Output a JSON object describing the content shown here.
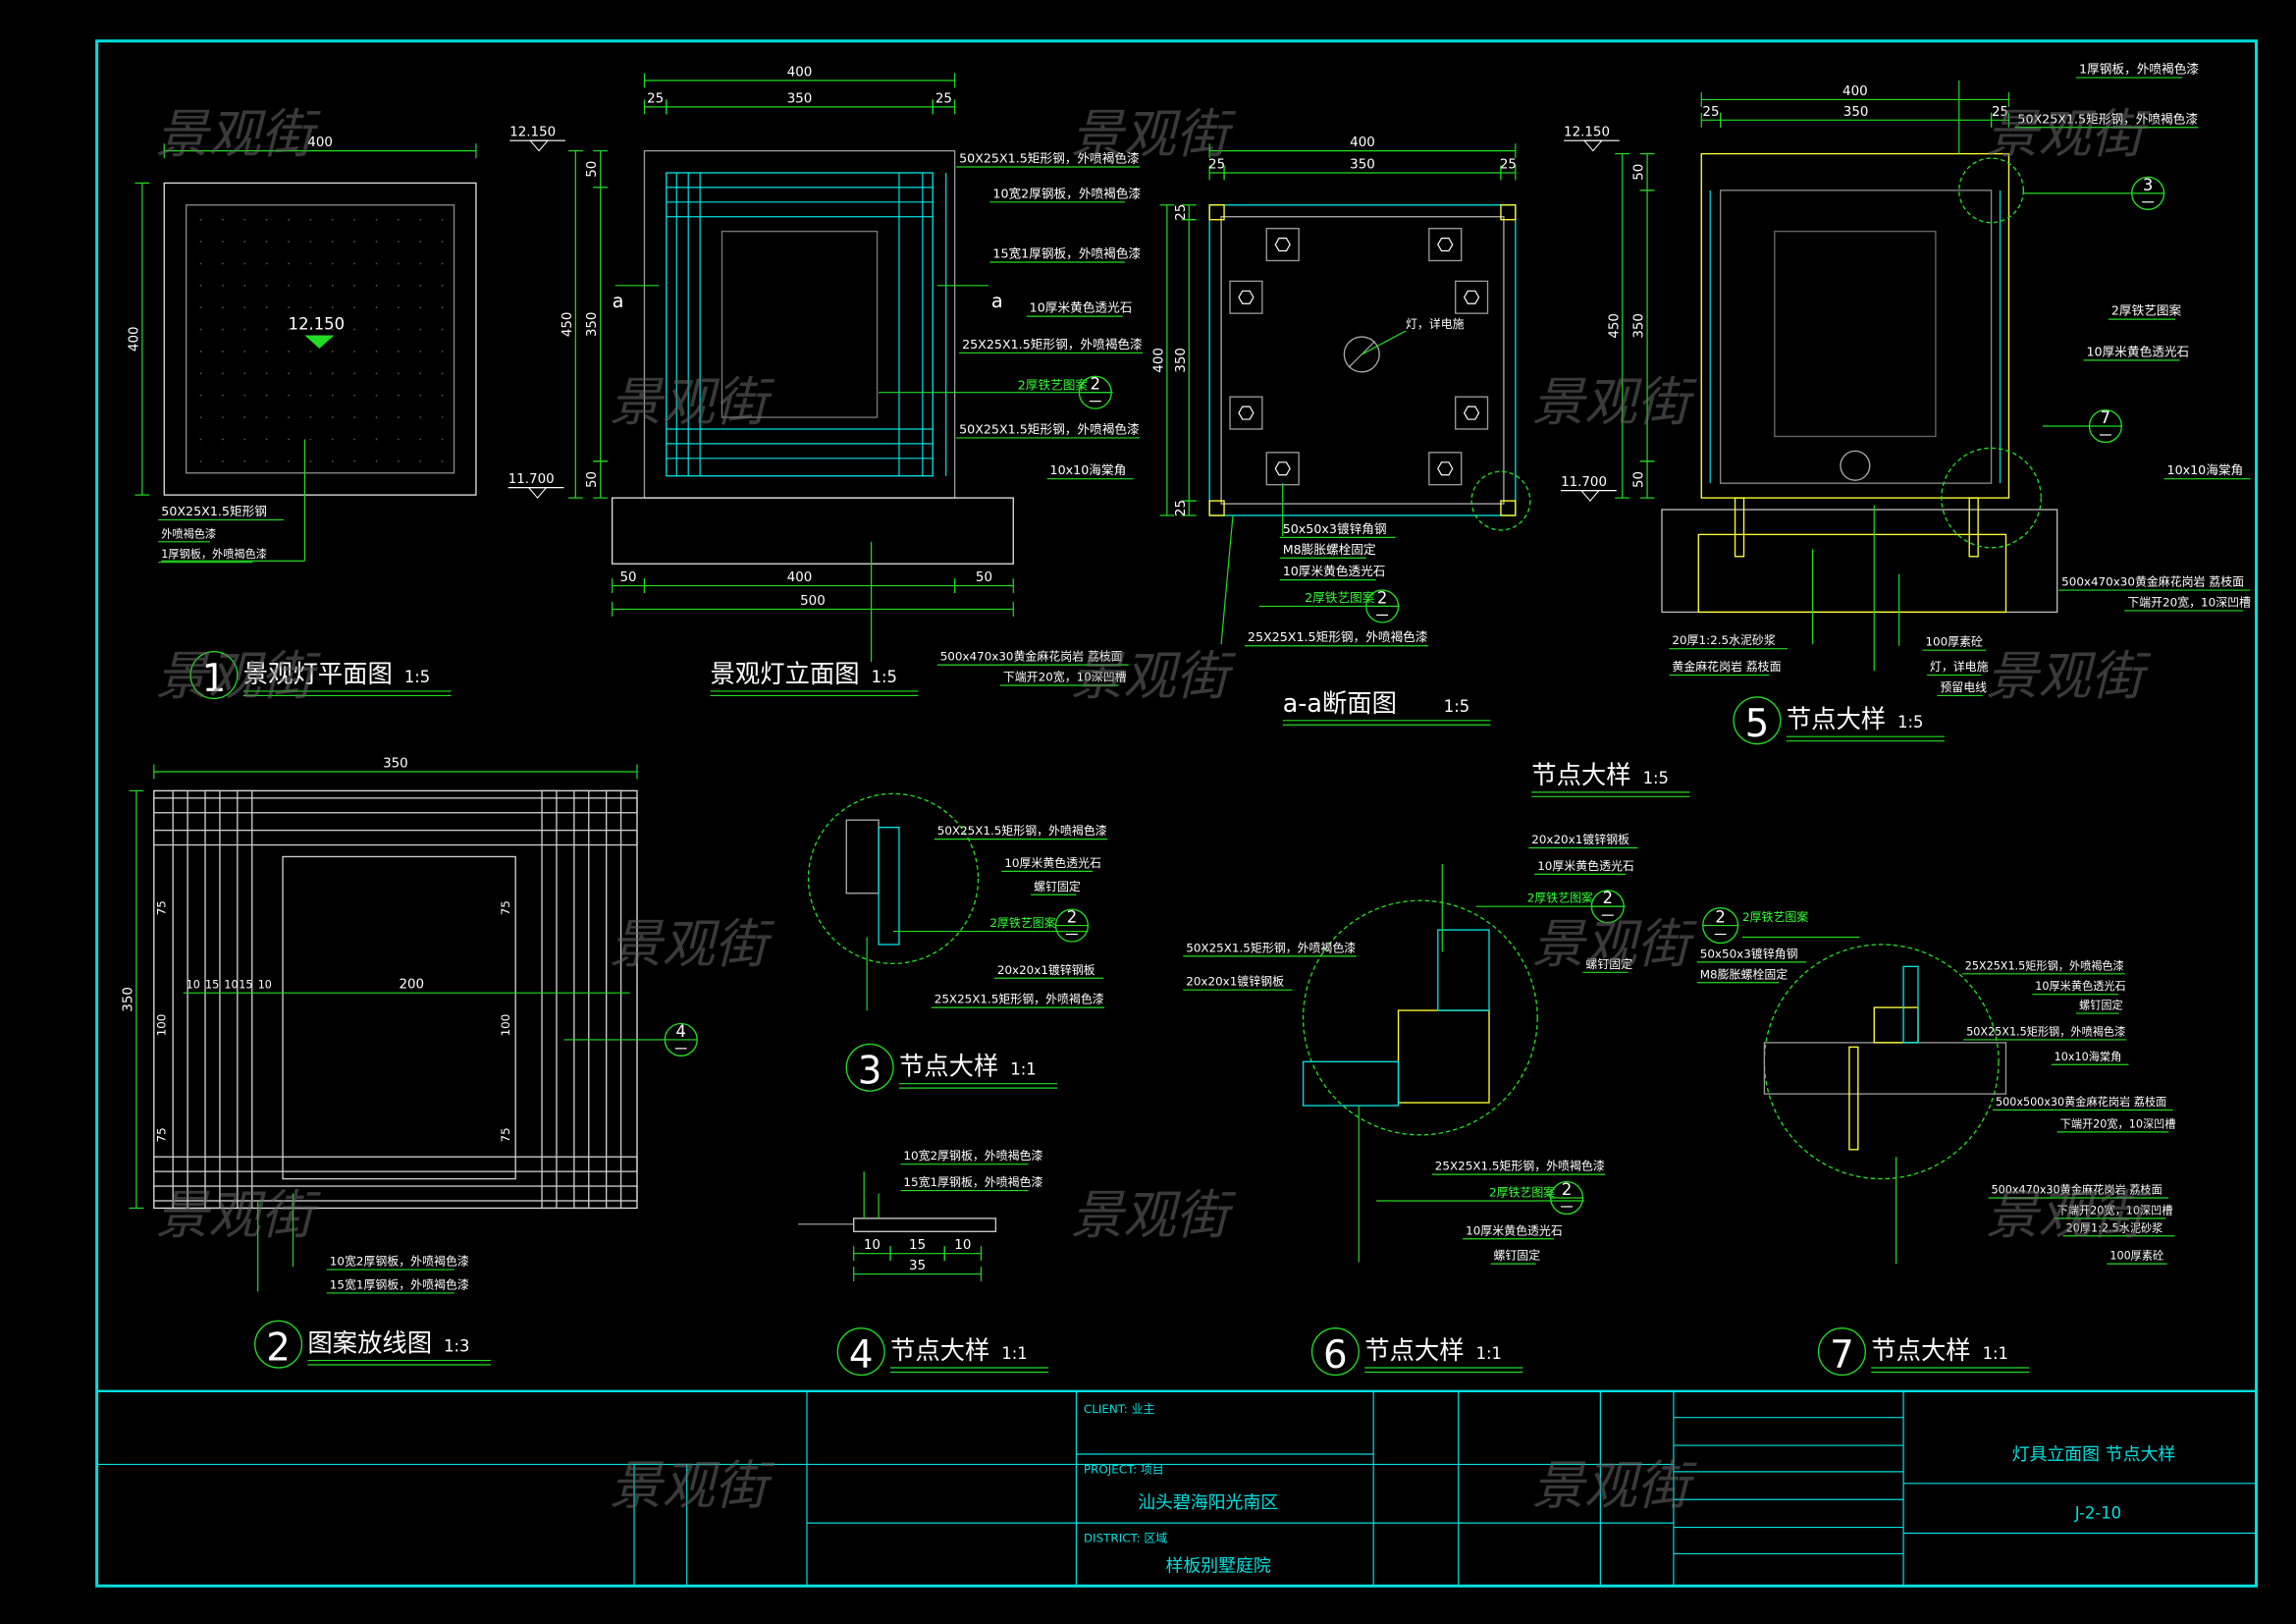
{
  "watermark": "景观街",
  "title_block": {
    "client_label": "CLIENT: 业主",
    "project_label": "PROJECT: 项目",
    "project": "汕头碧海阳光南区",
    "district_label": "DISTRICT: 区域",
    "district": "样板别墅庭院",
    "drawing_title": "灯具立面图 节点大样",
    "drawing_no": "J-2-10"
  },
  "views": {
    "plan": {
      "num": "1",
      "title": "景观灯平面图",
      "scale": "1:5",
      "dim_w": "400",
      "dim_h": "400",
      "elevation": "12.150",
      "labels": [
        "50X25X1.5矩形钢",
        "外喷褐色漆",
        "1厚钢板，外喷褐色漆"
      ]
    },
    "elevation": {
      "title": "景观灯立面图",
      "scale": "1:5",
      "dims_top": [
        "400",
        "25",
        "350",
        "25"
      ],
      "dims_left": [
        "450",
        "50",
        "350",
        "50"
      ],
      "dims_bottom": [
        "50",
        "400",
        "50",
        "500"
      ],
      "levels": [
        "12.150",
        "11.700"
      ],
      "section_mark": "a",
      "labels": [
        "50X25X1.5矩形钢，外喷褐色漆",
        "10宽2厚钢板，外喷褐色漆",
        "15宽1厚钢板，外喷褐色漆",
        "10厚米黄色透光石",
        "25X25X1.5矩形钢，外喷褐色漆",
        "2厚铁艺图案",
        "50X25X1.5矩形钢，外喷褐色漆",
        "10x10海棠角",
        "500x470x30黄金麻花岗岩 荔枝面",
        "下端开20宽，10深凹槽"
      ],
      "ref": "2"
    },
    "section_aa": {
      "title": "a-a断面图",
      "scale": "1:5",
      "dims_top": [
        "400",
        "25",
        "350",
        "25"
      ],
      "dims_left": [
        "400",
        "25",
        "350",
        "25"
      ],
      "labels": [
        "灯，详电施",
        "50x50x3镀锌角钢",
        "M8膨胀螺栓固定",
        "10厚米黄色透光石",
        "2厚铁艺图案",
        "25X25X1.5矩形钢，外喷褐色漆"
      ],
      "ref": "2"
    },
    "detail5": {
      "num": "5",
      "title": "节点大样",
      "scale": "1:5",
      "dims_top": [
        "400",
        "25",
        "350",
        "25"
      ],
      "dims_left": [
        "450",
        "50",
        "350",
        "50"
      ],
      "levels": [
        "12.150",
        "11.700"
      ],
      "labels": [
        "1厚钢板，外喷褐色漆",
        "50X25X1.5矩形钢，外喷褐色漆",
        "2厚铁艺图案",
        "10厚米黄色透光石",
        "10x10海棠角",
        "500x470x30黄金麻花岗岩 荔枝面",
        "下端开20宽，10深凹槽",
        "20厚1:2.5水泥砂浆",
        "黄金麻花岗岩 荔枝面",
        "100厚素砼",
        "灯，详电施",
        "预留电线"
      ],
      "refs": [
        "3",
        "7"
      ]
    },
    "detail_heading": {
      "title": "节点大样",
      "scale": "1:5"
    },
    "pattern": {
      "num": "2",
      "title": "图案放线图",
      "scale": "1:3",
      "dim_top": "350",
      "dim_left": "350",
      "dim_center": "200",
      "dims_small": [
        "10",
        "15",
        "10",
        "15",
        "10",
        "75",
        "100",
        "75"
      ],
      "labels": [
        "10宽2厚钢板，外喷褐色漆",
        "15宽1厚钢板，外喷褐色漆"
      ],
      "ref": "4"
    },
    "detail3": {
      "num": "3",
      "title": "节点大样",
      "scale": "1:1",
      "labels": [
        "50X25X1.5矩形钢，外喷褐色漆",
        "10厚米黄色透光石",
        "螺钉固定",
        "2厚铁艺图案",
        "20x20x1镀锌钢板",
        "25X25X1.5矩形钢，外喷褐色漆"
      ],
      "ref": "2"
    },
    "detail4": {
      "num": "4",
      "title": "节点大样",
      "scale": "1:1",
      "labels": [
        "10宽2厚钢板，外喷褐色漆",
        "15宽1厚钢板，外喷褐色漆"
      ],
      "dims": [
        "10",
        "15",
        "10",
        "35"
      ]
    },
    "detail6": {
      "num": "6",
      "title": "节点大样",
      "scale": "1:1",
      "labels": [
        "20x20x1镀锌钢板",
        "10厚米黄色透光石",
        "2厚铁艺图案",
        "螺钉固定",
        "50X25X1.5矩形钢，外喷褐色漆",
        "20x20x1镀锌钢板",
        "25X25X1.5矩形钢，外喷褐色漆",
        "2厚铁艺图案",
        "10厚米黄色透光石",
        "螺钉固定"
      ],
      "ref": "2"
    },
    "detail7": {
      "num": "7",
      "title": "节点大样",
      "scale": "1:1",
      "labels": [
        "2厚铁艺图案",
        "50x50x3镀锌角钢",
        "M8膨胀螺栓固定",
        "25X25X1.5矩形钢，外喷褐色漆",
        "10厚米黄色透光石",
        "螺钉固定",
        "50X25X1.5矩形钢，外喷褐色漆",
        "10x10海棠角",
        "500x500x30黄金麻花岗岩 荔枝面",
        "下端开20宽，10深凹槽",
        "500x470x30黄金麻花岗岩 荔枝面",
        "下端开20宽，10深凹槽",
        "20厚1:2.5水泥砂浆",
        "100厚素砼"
      ],
      "ref": "2"
    }
  },
  "colors": {
    "frame": "#00e0e0",
    "leader": "#22dd22",
    "text": "#ffffff",
    "accent": "#ffff33",
    "ref_text": "#33ff33",
    "hatch": "#8a8a8a"
  }
}
